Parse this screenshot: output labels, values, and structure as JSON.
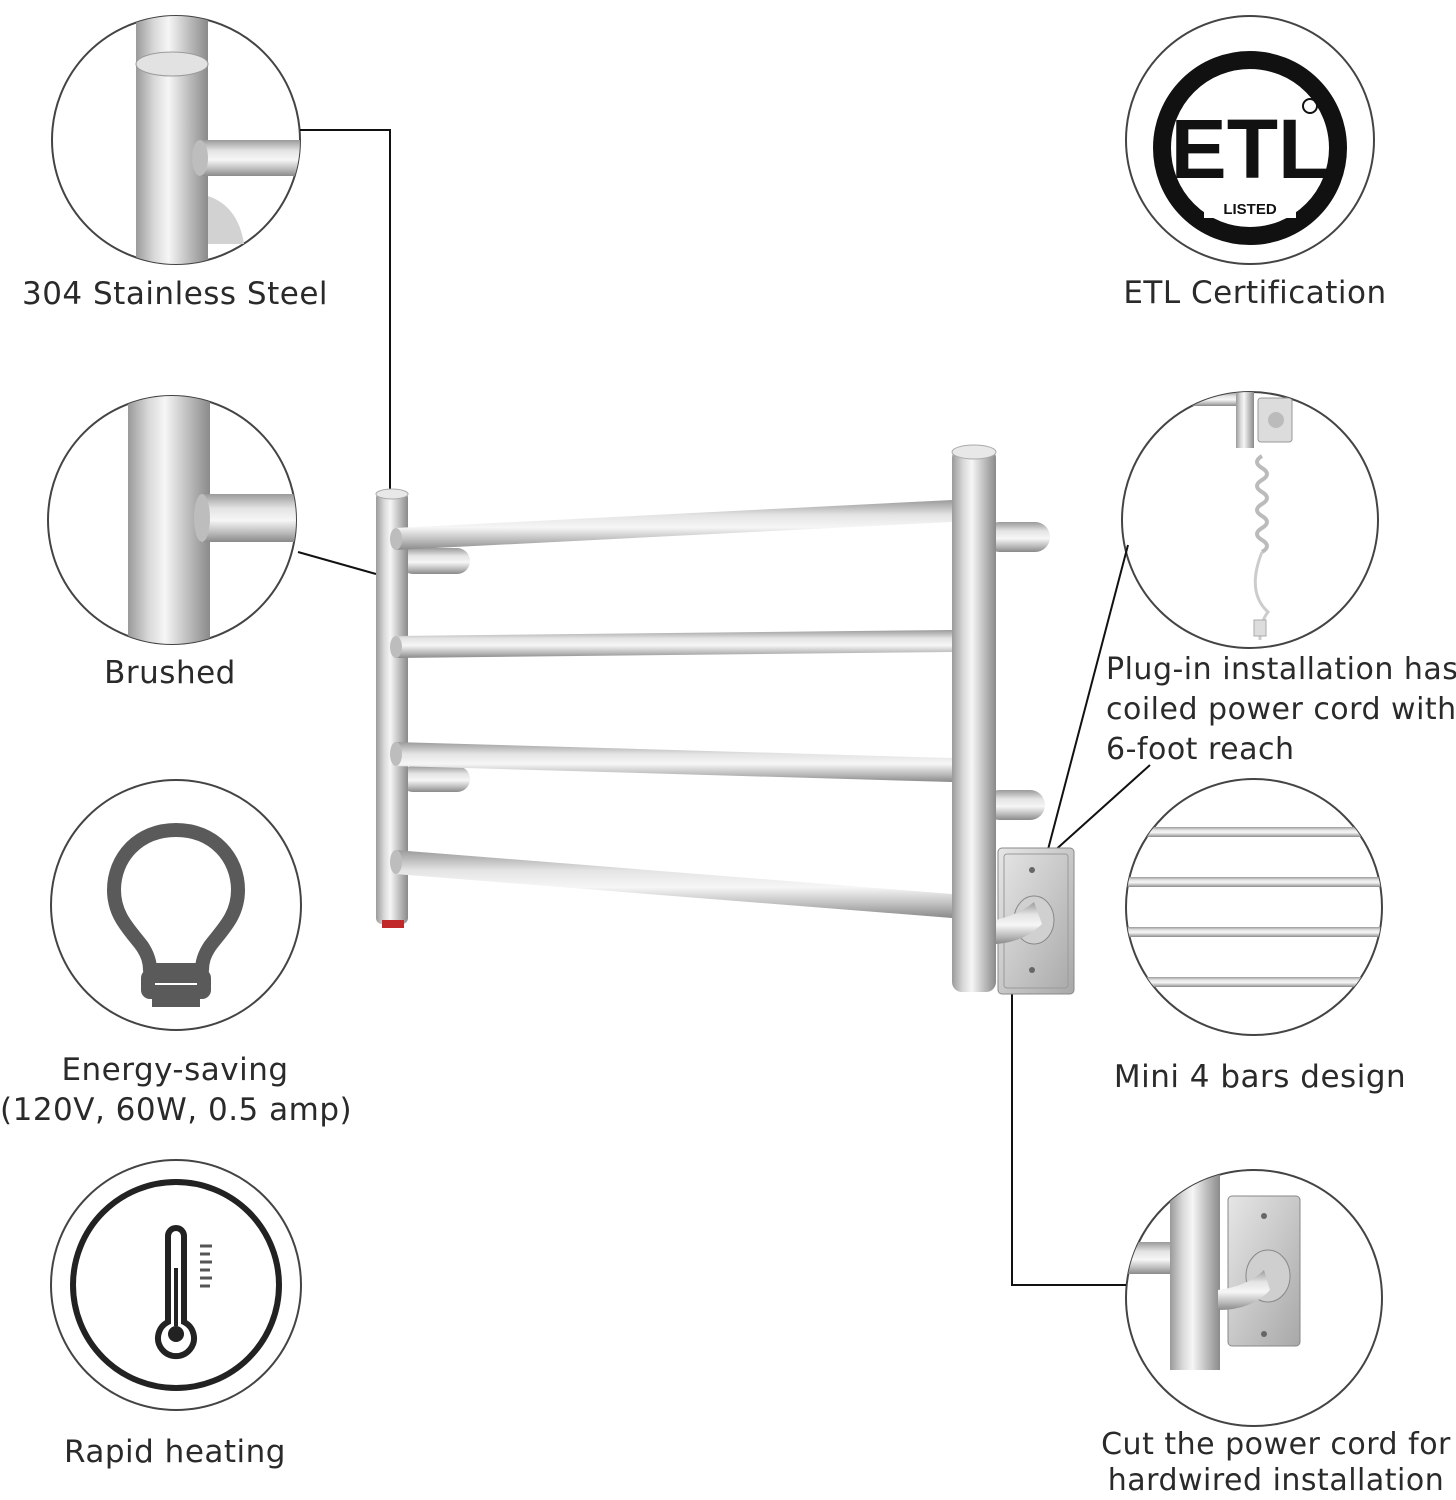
{
  "features": {
    "stainless": {
      "label": "304 Stainless Steel"
    },
    "brushed": {
      "label": "Brushed"
    },
    "energy": {
      "line1": "Energy-saving",
      "line2": "(120V, 60W, 0.5 amp)"
    },
    "rapid": {
      "label": "Rapid heating"
    },
    "etl": {
      "label": "ETL Certification",
      "logo_text": "ETL",
      "logo_listed": "LISTED"
    },
    "plugin": {
      "line1": "Plug-in installation has",
      "line2": "coiled power cord with",
      "line3": "6-foot reach"
    },
    "mini": {
      "label": "Mini 4 bars design"
    },
    "hardwired": {
      "line1": "Cut the power cord for",
      "line2": "hardwired installation"
    }
  },
  "icons": {
    "bulb": "light-bulb-icon",
    "thermometer": "thermometer-icon",
    "etl_logo": "etl-listed-logo"
  },
  "colors": {
    "outline": "#444444",
    "icon_gray": "#5a5a5a",
    "steel_light": "#eeeeee",
    "steel_dark": "#8f8f8f",
    "indicator": "#c0282a"
  }
}
